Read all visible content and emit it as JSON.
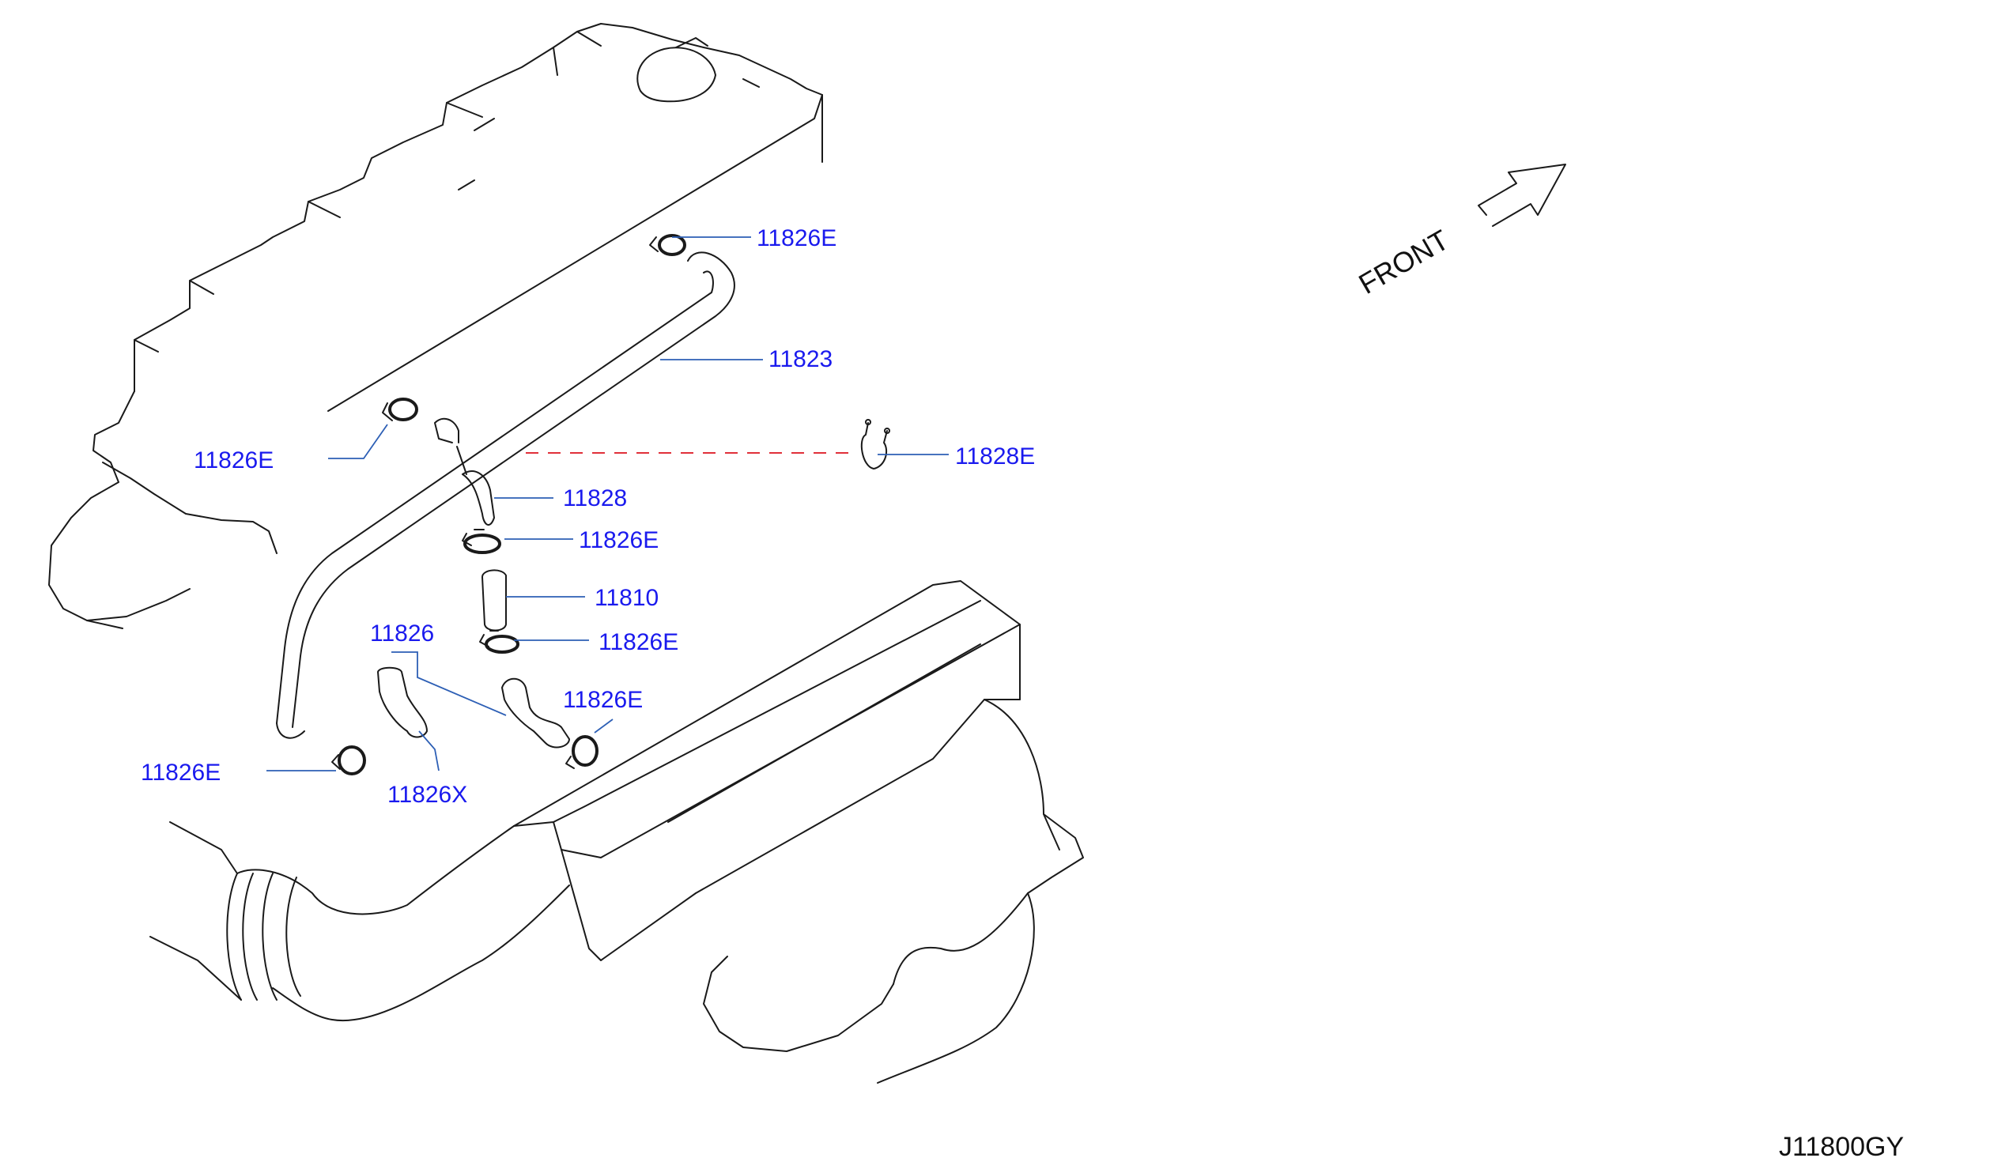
{
  "callouts": [
    {
      "id": "clamp_top",
      "text": "11826E"
    },
    {
      "id": "hose_11823",
      "text": "11823"
    },
    {
      "id": "clamp_left_upper",
      "text": "11826E"
    },
    {
      "id": "clip_11828e",
      "text": "11828E"
    },
    {
      "id": "hose_11828",
      "text": "11828"
    },
    {
      "id": "clamp_mid1",
      "text": "11826E"
    },
    {
      "id": "hose_11810",
      "text": "11810"
    },
    {
      "id": "hose_11826",
      "text": "11826"
    },
    {
      "id": "clamp_mid2",
      "text": "11826E"
    },
    {
      "id": "clamp_lower_right",
      "text": "11826E"
    },
    {
      "id": "clamp_lower_left",
      "text": "11826E"
    },
    {
      "id": "hose_11826x",
      "text": "11826X"
    }
  ],
  "direction": {
    "label": "FRONT"
  },
  "diagram_code": "J11800GY"
}
